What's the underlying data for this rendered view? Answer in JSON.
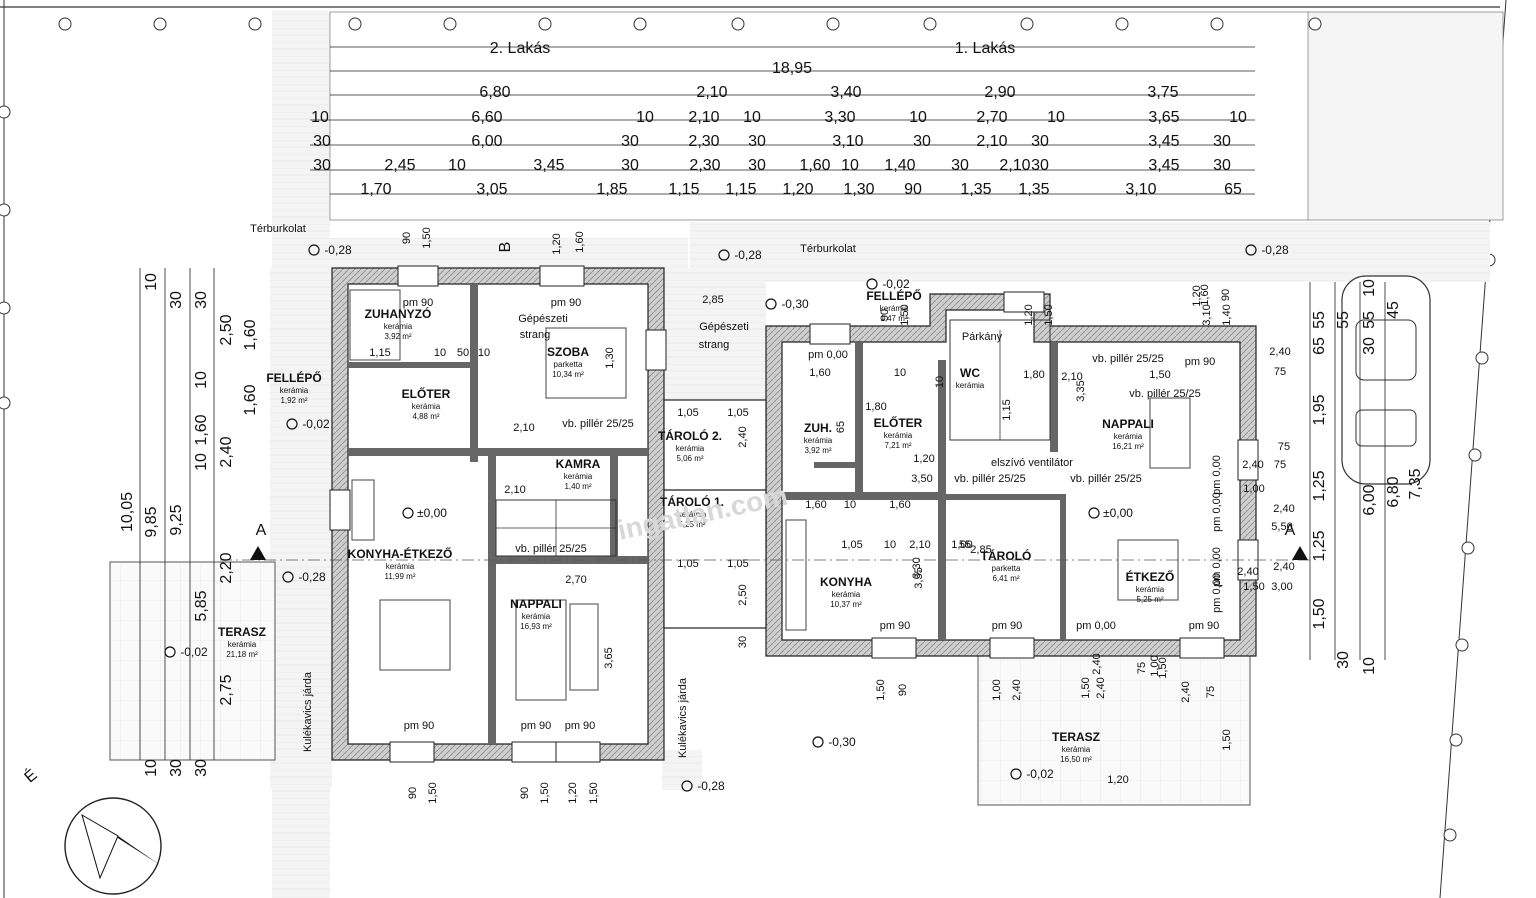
{
  "units": {
    "left": "2. Lakás",
    "right": "1. Lakás",
    "total": "18,95"
  },
  "dim_rows": [
    [
      "6,80",
      "2,10",
      "3,40",
      "2,90",
      "3,75"
    ],
    [
      "10",
      "6,60",
      "10",
      "2,10",
      "10",
      "3,30",
      "10",
      "2,70",
      "10",
      "3,65",
      "10"
    ],
    [
      "30",
      "6,00",
      "30",
      "2,30",
      "30",
      "3,10",
      "30",
      "2,10",
      "30",
      "3,45",
      "30"
    ],
    [
      "30",
      "2,45",
      "10",
      "3,45",
      "30",
      "2,30",
      "30",
      "1,60",
      "10",
      "1,40",
      "30",
      "2,10",
      "30",
      "3,45",
      "30"
    ],
    [
      "1,70",
      "3,05",
      "1,85",
      "1,15",
      "1,15",
      "1,20",
      "1,30",
      "90",
      "1,35",
      "1,35",
      "3,10",
      "65"
    ]
  ],
  "left_dims": [
    "10,05",
    "9,85",
    "9,25",
    "5,85",
    "2,75",
    "2,20",
    "2,40",
    "1,60",
    "10",
    "1,60",
    "10",
    "2,50",
    "1,60",
    "30",
    "30",
    "10",
    "10",
    "30",
    "30"
  ],
  "right_dims": [
    "7,35",
    "6,80",
    "6,00",
    "1,95",
    "1,25",
    "1,25",
    "1,50",
    "65",
    "55",
    "30",
    "55",
    "10",
    "45",
    "10",
    "30",
    "55"
  ],
  "rooms": [
    {
      "name": "ZUHANYZÓ",
      "finish": "kerámia",
      "area": "3,92 m²"
    },
    {
      "name": "FELLÉPŐ",
      "finish": "kerámia",
      "area": "1,92 m²"
    },
    {
      "name": "ELŐTER",
      "finish": "kerámia",
      "area": "4,88 m²"
    },
    {
      "name": "SZOBA",
      "finish": "parketta",
      "area": "10,34 m²"
    },
    {
      "name": "KONYHA-ÉTKEZŐ",
      "finish": "kerámia",
      "area": "11,99 m²"
    },
    {
      "name": "KAMRA",
      "finish": "kerámia",
      "area": "1,40 m²"
    },
    {
      "name": "NAPPALI",
      "finish": "kerámia",
      "area": "16,93 m²"
    },
    {
      "name": "TERASZ",
      "finish": "kerámia",
      "area": "21,18 m²"
    },
    {
      "name": "TÁROLÓ 2.",
      "finish": "kerámia",
      "area": "5,06 m²"
    },
    {
      "name": "TÁROLÓ 1.",
      "finish": "kerámia",
      "area": "5,25 m²"
    },
    {
      "name": "FELLÉPŐ",
      "finish": "kerámia",
      "area": "1,47 m²"
    },
    {
      "name": "ZUH.",
      "finish": "kerámia",
      "area": "3,92 m²"
    },
    {
      "name": "ELŐTER",
      "finish": "kerámia",
      "area": "7,21 m²"
    },
    {
      "name": "WC",
      "finish": "kerámia",
      "area": ""
    },
    {
      "name": "NAPPALI",
      "finish": "kerámia",
      "area": "16,21 m²"
    },
    {
      "name": "KONYHA",
      "finish": "kerámia",
      "area": "10,37 m²"
    },
    {
      "name": "TÁROLÓ",
      "finish": "parketta",
      "area": "6,41 m²"
    },
    {
      "name": "ÉTKEZŐ",
      "finish": "kerámia",
      "area": "5,25 m²"
    },
    {
      "name": "TERASZ",
      "finish": "kerámia",
      "area": "16,50 m²"
    }
  ],
  "notes": {
    "terburkolat": "Térburkolat",
    "gepeszeti": "Gépészeti",
    "strang": "strang",
    "pillar": "vb. pillér 25/25",
    "ventilator": "elszívó ventilátor",
    "kulekavics": "Kulékavics járda",
    "parkany": "Párkány",
    "pm90": "pm 90",
    "pm000": "pm 0,00",
    "north": "É",
    "section": "A",
    "section_b": "B"
  },
  "levels": [
    "-0,28",
    "-0,28",
    "-0,28",
    "-0,28",
    "-0,30",
    "-0,30",
    "-0,02",
    "-0,02",
    "-0,02",
    "-0,02",
    "±0,00",
    "±0,00",
    "-0,28"
  ],
  "misc_dims": [
    "90",
    "1,50",
    "1,20",
    "1,60",
    "1,60",
    "90",
    "2,85",
    "3,30",
    "1,30",
    "1,15",
    "10",
    "50",
    "10",
    "2,10",
    "2,10",
    "1,05",
    "1,05",
    "2,40",
    "1,05",
    "1,05",
    "2,50",
    "30",
    "2,70",
    "3,65",
    "1,20",
    "2,40",
    "1,00",
    "1,00",
    "2,40",
    "1,50",
    "2,40",
    "1,50",
    "90",
    "1,00",
    "2,40",
    "1,60",
    "1,60",
    "1,60",
    "10",
    "10",
    "55",
    "1,05",
    "10",
    "2,10",
    "1,00",
    "3,50",
    "1,20",
    "1,50",
    "2,40",
    "75",
    "75",
    "75",
    "2,40",
    "2,40",
    "5,50",
    "3,00",
    "1,20",
    "1,50",
    "90",
    "1,50",
    "90",
    "1,50",
    "1,20",
    "1,50",
    "90",
    "1,50",
    "1,20",
    "1,50",
    "3,10",
    "1,40",
    "1,80",
    "1,15",
    "10",
    "1,80",
    "2,10",
    "3,35",
    "2,85",
    "65",
    "3,55",
    "1,50",
    "2,40",
    "75",
    "1,50",
    "2,40",
    "75"
  ],
  "watermark": "ingatlan.com"
}
